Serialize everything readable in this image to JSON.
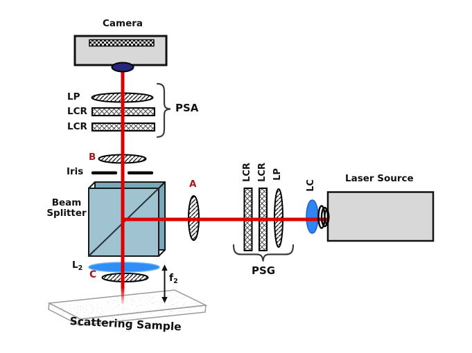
{
  "diagram": {
    "camera": {
      "label": "Camera"
    },
    "psa": {
      "lp": "LP",
      "lcr_top": "LCR",
      "lcr_bottom": "LCR",
      "group": "PSA"
    },
    "lens_b": {
      "label": "B"
    },
    "iris": {
      "label": "Iris"
    },
    "beam_splitter": {
      "label": "Beam Splitter"
    },
    "lens_a": {
      "label": "A"
    },
    "psg": {
      "lcr_left": "LCR",
      "lcr_right": "LCR",
      "lp": "LP",
      "group": "PSG"
    },
    "lc": {
      "label": "LC"
    },
    "laser": {
      "label": "Laser Source"
    },
    "lens_l2": {
      "base": "L",
      "sub": "2"
    },
    "lens_c": {
      "label": "C"
    },
    "focal": {
      "base": "f",
      "sub": "2"
    },
    "sample": {
      "label": "Scattering Sample"
    },
    "colors": {
      "beam_red": "#dd0000",
      "marker_label_red": "#9e1b1b",
      "splitter_face": "#9fc3d1",
      "splitter_side": "#7ba8b8",
      "lens_blue": "#2f86f2",
      "body_gray": "#d8d8d8"
    }
  }
}
